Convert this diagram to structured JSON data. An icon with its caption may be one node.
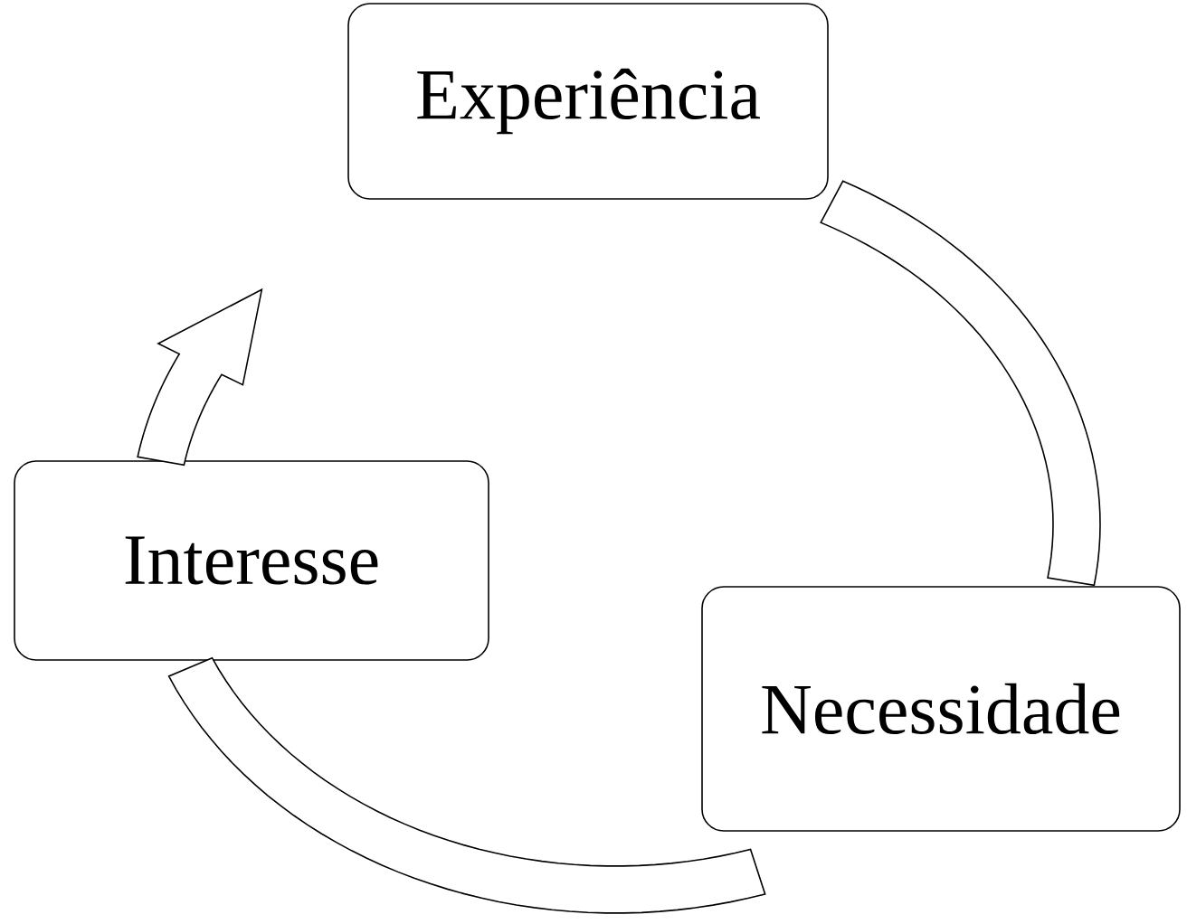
{
  "diagram": {
    "nodes": [
      {
        "text": [
          "Experiência"
        ]
      },
      {
        "text": [
          "Interesse"
        ]
      },
      {
        "text": [
          "Necessidade"
        ]
      }
    ],
    "edges": [
      {
        "from": 0,
        "to": 2,
        "arrow": "none"
      },
      {
        "from": 2,
        "to": 1,
        "arrow": "none"
      },
      {
        "from": 1,
        "to": 0,
        "arrow": "to"
      }
    ]
  }
}
